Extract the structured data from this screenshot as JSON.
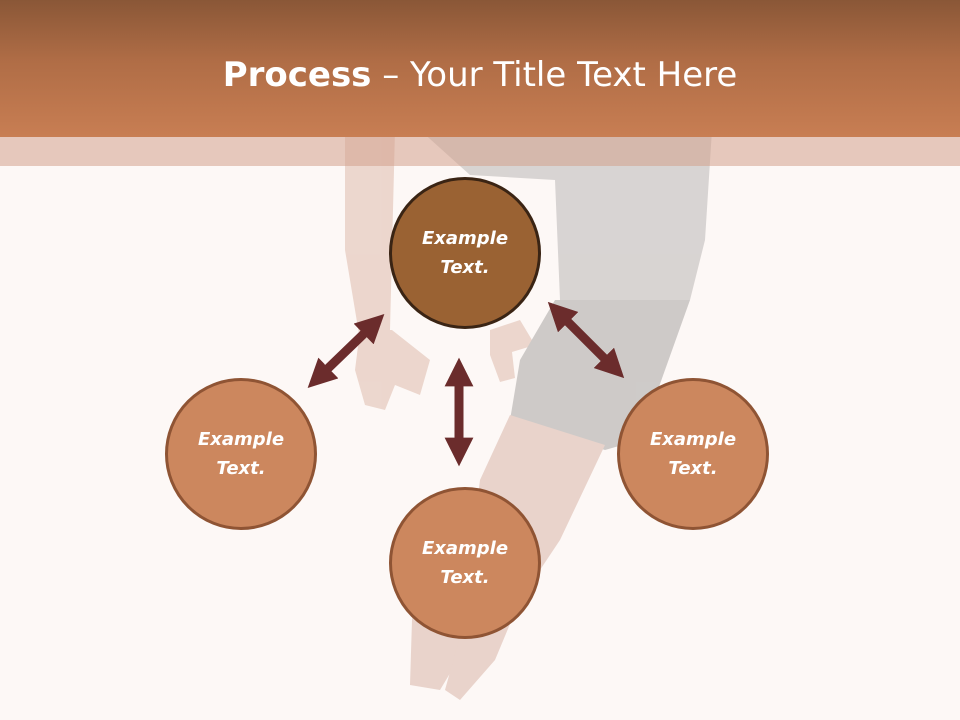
{
  "title": {
    "bold": "Process",
    "rest": " – Your Title Text Here"
  },
  "nodes": {
    "center": "Example\nText.",
    "left": "Example\nText.",
    "bottom": "Example\nText.",
    "right": "Example\nText."
  },
  "colors": {
    "header": "#b06d46",
    "center_node": "#9a6233",
    "outer_node": "#cc875e",
    "arrow": "#6b2c2c"
  }
}
